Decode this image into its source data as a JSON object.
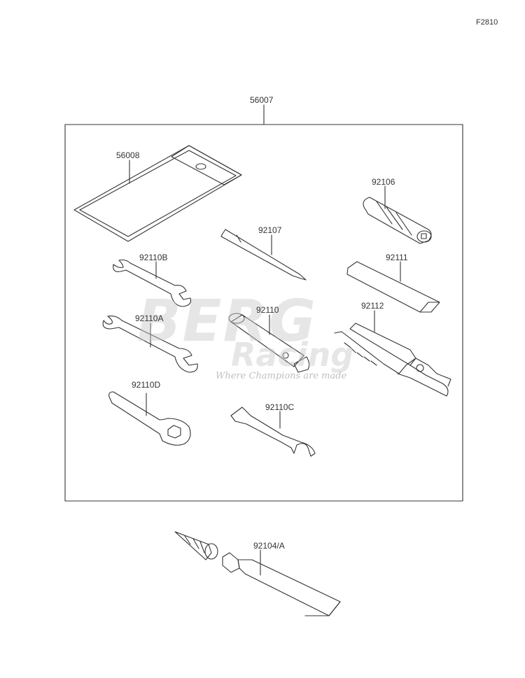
{
  "figure_code": "F2810",
  "assembly_label": "56007",
  "parts": {
    "p56008": "56008",
    "p92106": "92106",
    "p92107": "92107",
    "p92110B": "92110B",
    "p92111": "92111",
    "p92110": "92110",
    "p92112": "92112",
    "p92110A": "92110A",
    "p92110D": "92110D",
    "p92110C": "92110C",
    "p92104A": "92104/A"
  },
  "watermark": {
    "brand": "BERG",
    "sub": "Racing",
    "tagline": "Where Champions are made"
  },
  "colors": {
    "line": "#333333",
    "watermark": "#c8c8c8",
    "background": "#ffffff"
  }
}
